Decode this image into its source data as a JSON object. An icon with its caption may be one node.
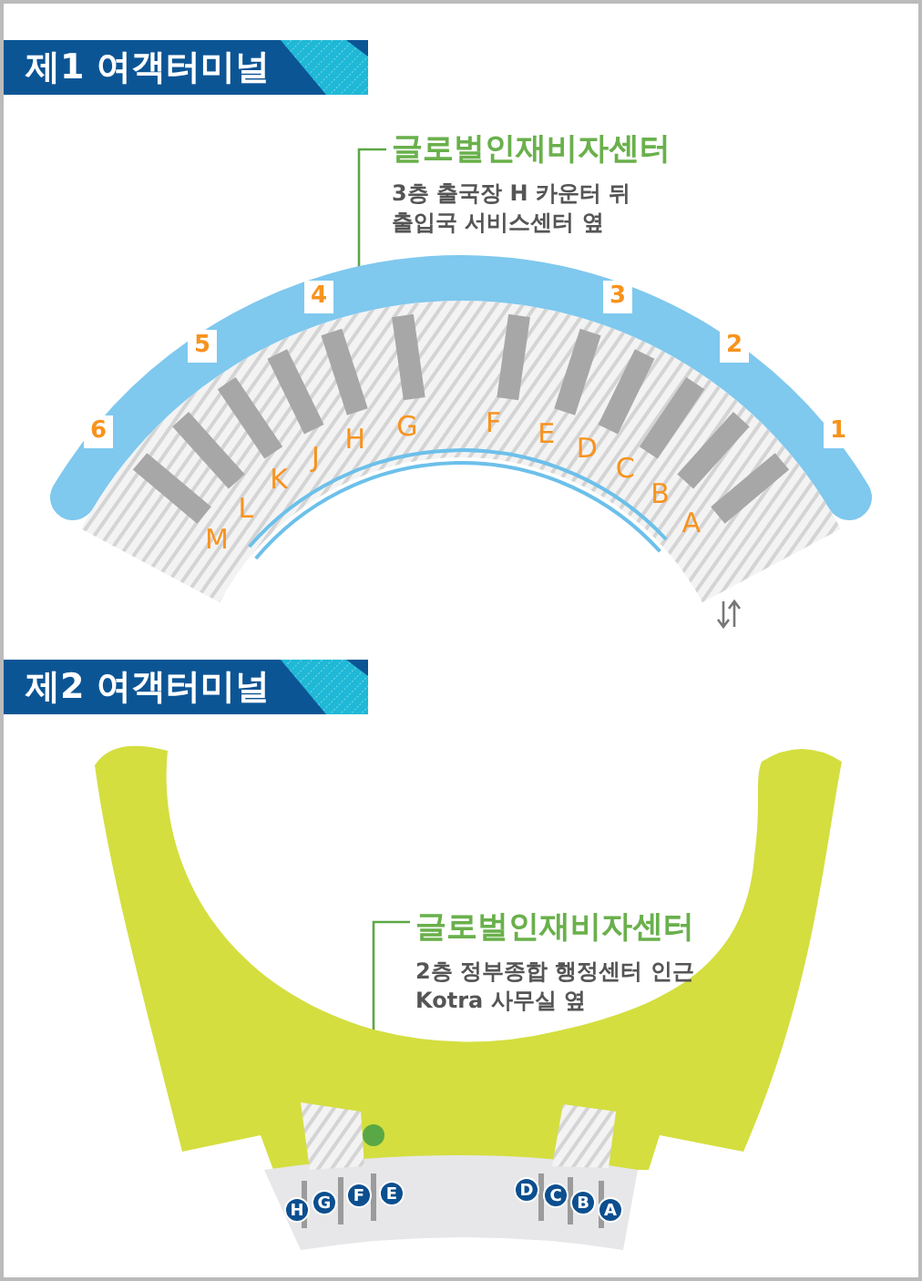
{
  "diagram": {
    "nodes": [
      {
        "text": [
          "제1 여객터미널"
        ]
      },
      {
        "text": [
          "글로벌인재비자센터",
          "3층 출국장 H 카운터 뒤 출입국 서비스센터 옆"
        ]
      },
      {
        "text": [
          "6"
        ]
      },
      {
        "text": [
          "5"
        ]
      },
      {
        "text": [
          "4"
        ]
      },
      {
        "text": [
          "3"
        ]
      },
      {
        "text": [
          "2"
        ]
      },
      {
        "text": [
          "1"
        ]
      },
      {
        "text": [
          "제2 여객터미널"
        ]
      },
      {
        "text": [
          "글로벌인재비자센터",
          "2층 정부종합 행정센터 인근 Kotra 사무실 옆"
        ]
      },
      {
        "text": [],
        "shape": "circle"
      },
      {
        "text": [
          "H"
        ]
      },
      {
        "text": [
          "G"
        ]
      },
      {
        "text": [
          "F"
        ]
      },
      {
        "text": [
          "E"
        ]
      },
      {
        "text": [
          "D"
        ]
      },
      {
        "text": [
          "C"
        ]
      },
      {
        "text": [
          "B"
        ]
      },
      {
        "text": [
          "A"
        ]
      }
    ],
    "edges": [
      {
        "from": 1,
        "to": null,
        "arrow": "none"
      },
      {
        "from": 9,
        "to": 10,
        "arrow": "none"
      }
    ],
    "labels": [
      "M",
      "L",
      "K",
      "J",
      "H",
      "G",
      "F",
      "E",
      "D",
      "C",
      "B",
      "A"
    ]
  }
}
